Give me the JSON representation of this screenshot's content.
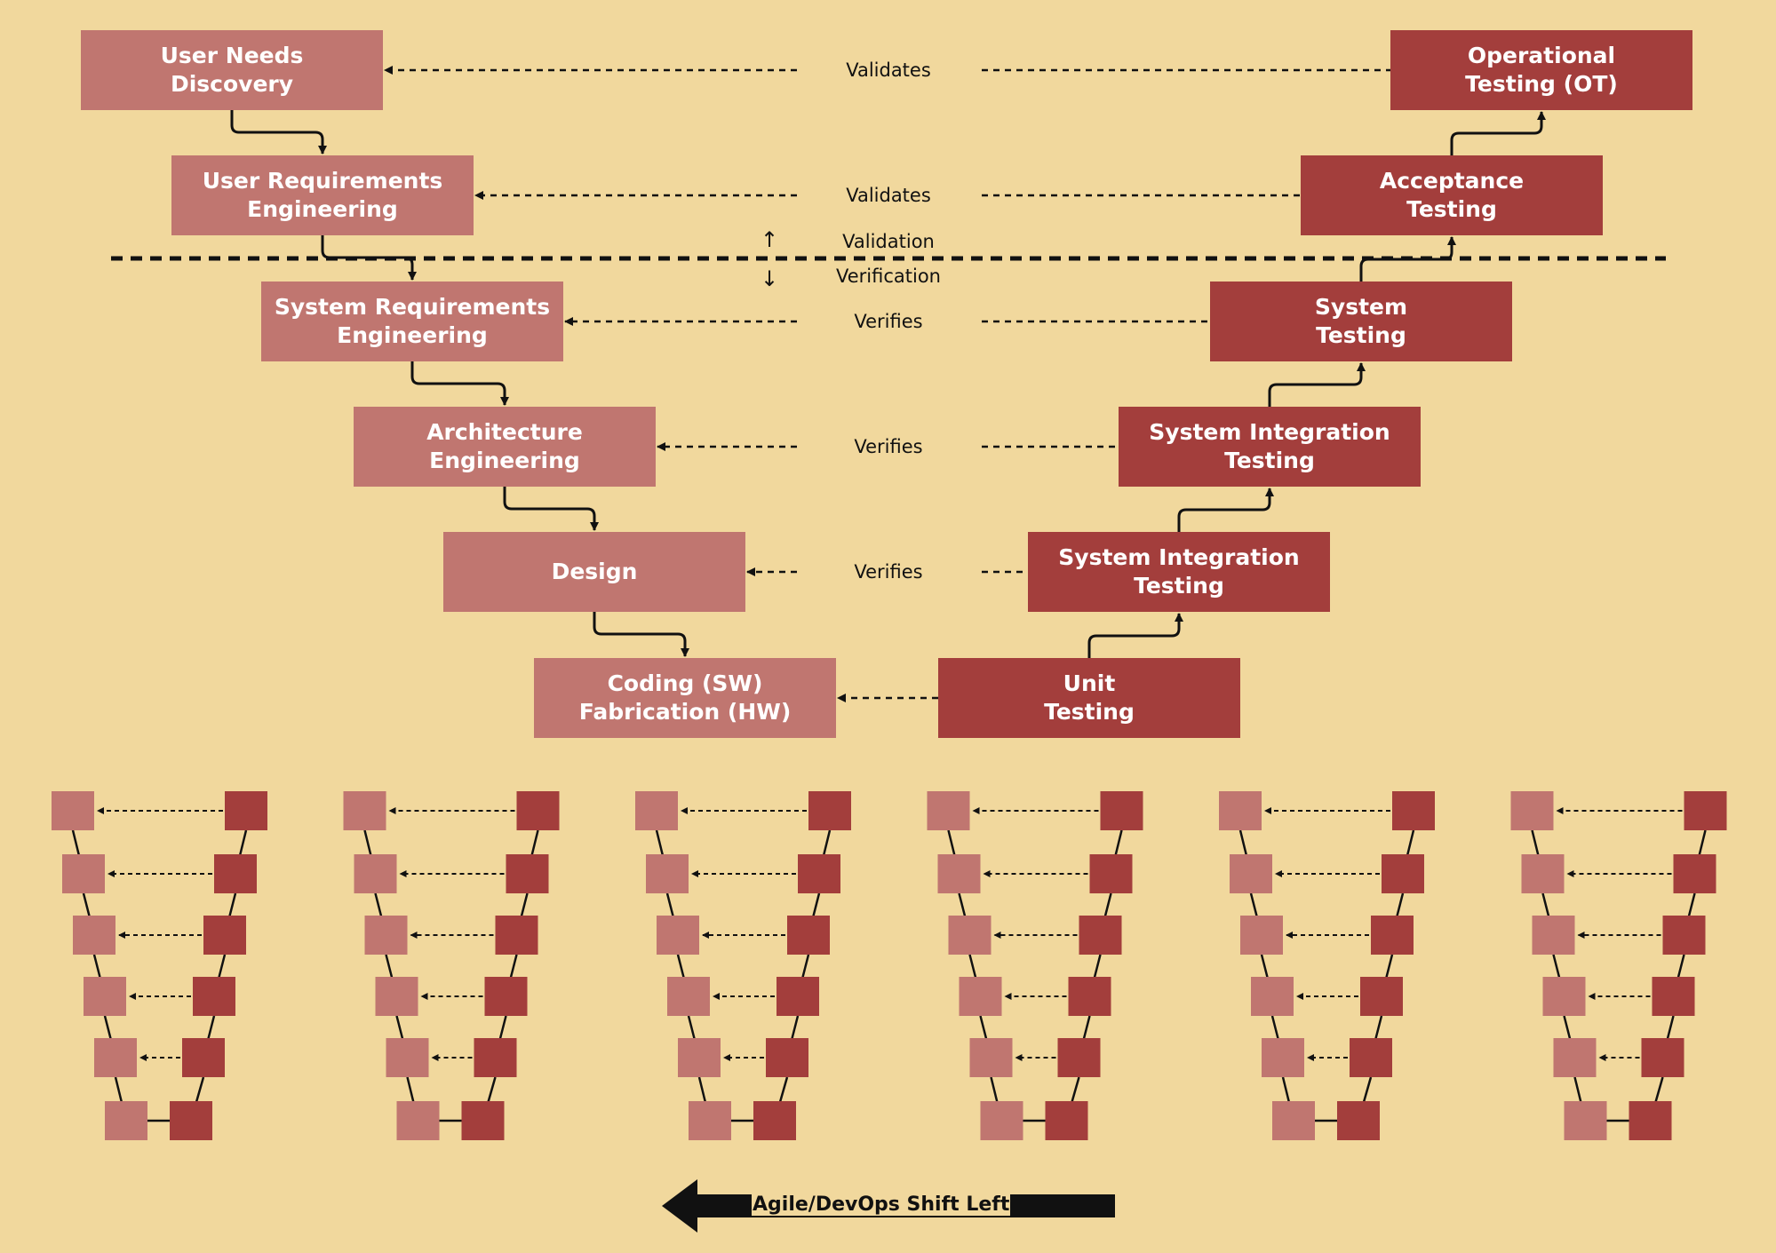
{
  "colors": {
    "background": "#f1d89d",
    "development": "#c07670",
    "testing": "#a33e3c",
    "ink": "#111111"
  },
  "left_stages": [
    "User Needs\nDiscovery",
    "User Requirements\nEngineering",
    "System Requirements\nEngineering",
    "Architecture\nEngineering",
    "Design",
    "Coding (SW)\nFabrication (HW)"
  ],
  "right_stages": [
    "Operational\nTesting (OT)",
    "Acceptance\nTesting",
    "System\nTesting",
    "System Integration\nTesting",
    "System Integration\nTesting",
    "Unit\nTesting"
  ],
  "links": [
    "Validates",
    "Validates",
    "Verifies",
    "Verifies",
    "Verifies",
    ""
  ],
  "boundary": {
    "above": "Validation",
    "below": "Verification",
    "up_glyph": "↑",
    "down_glyph": "↓"
  },
  "mini_v_count": 6,
  "footer": {
    "label": "Agile/DevOps Shift Left"
  }
}
